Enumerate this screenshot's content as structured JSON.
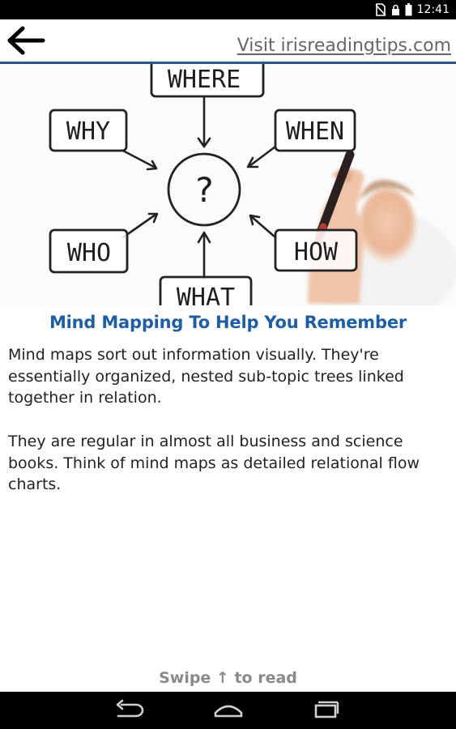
{
  "status_bar": {
    "time": "12:41",
    "icons": [
      "no-sim-icon",
      "lock-icon",
      "battery-icon"
    ]
  },
  "app_bar": {
    "back_icon": "arrow-left-icon",
    "link_text": "Visit irisreadingtips.com"
  },
  "hero_image": {
    "labels": [
      "WHERE",
      "WHY",
      "WHEN",
      "?",
      "WHO",
      "HOW",
      "WHAT"
    ]
  },
  "article": {
    "title": "Mind Mapping To Help You Remember",
    "paragraphs": [
      "Mind maps sort out information visually. They're essentially organized, nested sub-topic trees linked together in relation.",
      "They are regular in almost all business and science books. Think of mind maps as detailed relational flow charts."
    ]
  },
  "footer": {
    "swipe_hint": "Swipe ↑ to read"
  },
  "nav_bar": {
    "buttons": [
      "back-nav-icon",
      "home-nav-icon",
      "recents-nav-icon"
    ]
  },
  "colors": {
    "accent": "#1f5fa1",
    "divider": "#2a5a8c",
    "link": "#666666",
    "hint": "#8a8a8a"
  }
}
